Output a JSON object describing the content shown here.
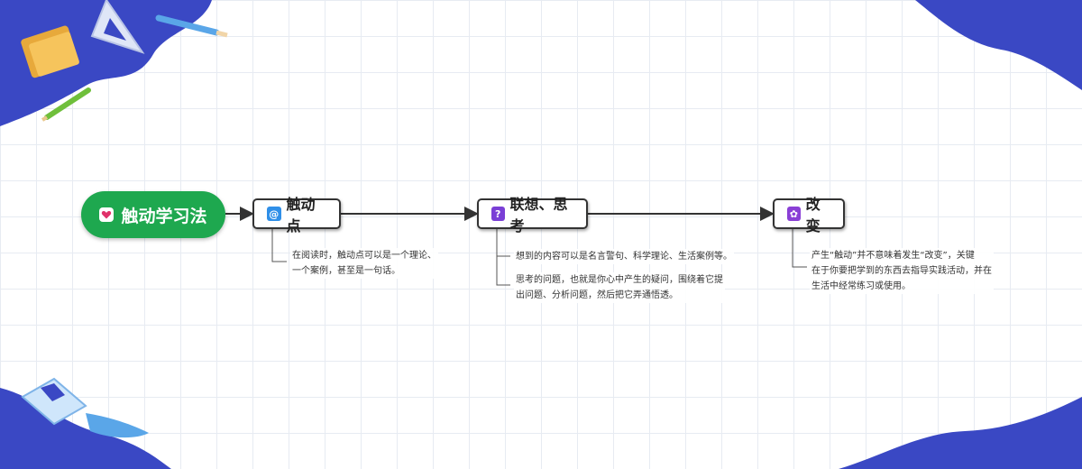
{
  "root": {
    "label": "触动学习法"
  },
  "nodes": [
    {
      "label": "触动点",
      "notes": [
        "在阅读时，触动点可以是一个理论、",
        "一个案例，甚至是一句话。"
      ]
    },
    {
      "label": "联想、思考",
      "notes_a": [
        "想到的内容可以是名言警句、科学理论、生活案例等。"
      ],
      "notes_b": [
        "思考的问题，也就是你心中产生的疑问，围绕着它提",
        "出问题、分析问题，然后把它弄通悟透。"
      ]
    },
    {
      "label": "改变",
      "notes": [
        "产生“触动”并不意味着发生“改变”，关键",
        "在于你要把学到的东西去指导实践活动，并在",
        "生活中经常练习或使用。"
      ]
    }
  ],
  "icons": {
    "root": "heart-icon",
    "node1": "at-icon",
    "node2": "question-icon",
    "node3": "gear-icon"
  },
  "colors": {
    "primary_blue": "#3a48c4",
    "root_green": "#1ea84f",
    "node_border": "#333333"
  }
}
